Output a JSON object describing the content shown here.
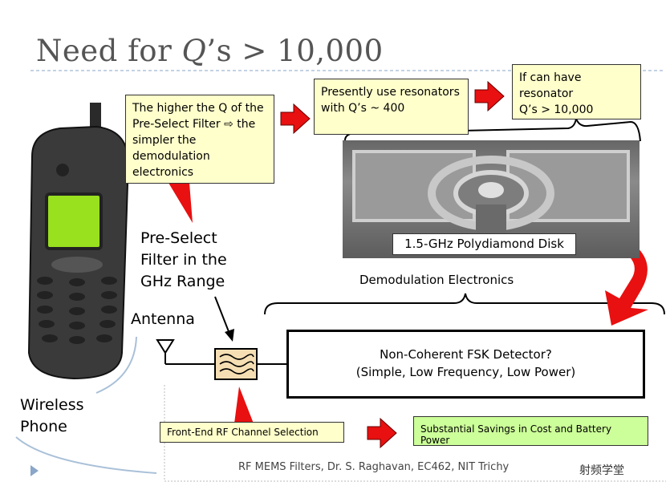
{
  "slide": {
    "title_prefix": "Need for ",
    "title_q": "Q",
    "title_suffix": "’s > 10,000"
  },
  "callouts": {
    "higher_q_line1": "The higher the Q of the",
    "higher_q_line2": "Pre-Select Filter ⇨ the",
    "higher_q_line3": "simpler the",
    "higher_q_line4": "demodulation electronics",
    "presently_line1": "Presently use resonators",
    "presently_line2": "with Q’s ~ 400",
    "ifcan_line1": "If can have resonator",
    "ifcan_line2": "Q’s > 10,000",
    "front_end": "Front-End RF Channel Selection",
    "savings": "Substantial Savings in Cost and Battery Power"
  },
  "labels": {
    "preselect_line1": "Pre-Select",
    "preselect_line2": "Filter in the",
    "preselect_line3": "GHz Range",
    "antenna": "Antenna",
    "phone_line1": "Wireless",
    "phone_line2": "Phone",
    "demod": "Demodulation Electronics",
    "disk_caption": "1.5-GHz Polydiamond Disk"
  },
  "detector": {
    "line1": "Non-Coherent FSK Detector?",
    "line2": "(Simple, Low Frequency, Low Power)"
  },
  "footer": {
    "credit": "RF MEMS Filters, Dr. S. Raghavan, EC462, NIT Trichy",
    "watermark": "射频学堂"
  },
  "colors": {
    "arrow_red": "#e81010",
    "callout_yellow": "#ffffcc",
    "callout_green": "#ccff99",
    "rule_blue": "#8aa6c8"
  }
}
